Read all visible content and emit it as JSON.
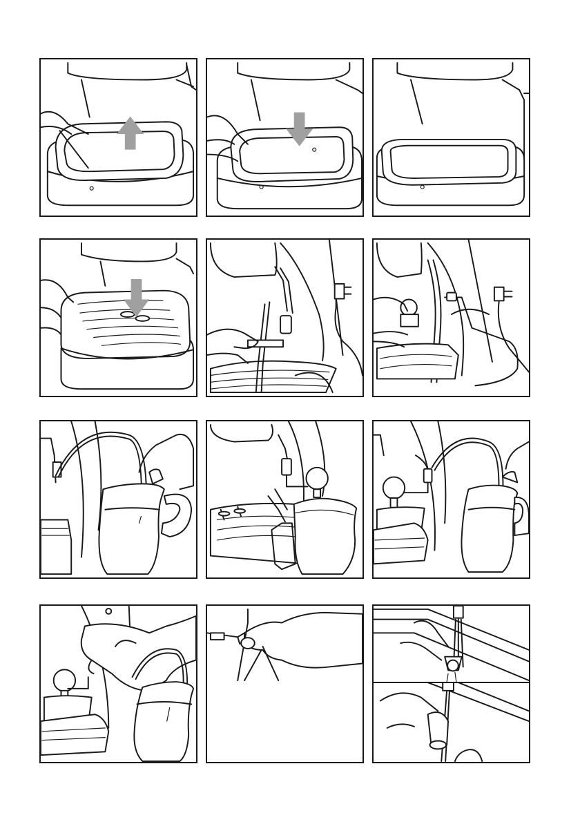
{
  "figures": [
    {
      "id": 1,
      "scene": "lift-drip-tray-ring",
      "icon": "arrow-up-icon",
      "arrow_color": "#a0a0a0"
    },
    {
      "id": 2,
      "scene": "insert-drip-tray-ring",
      "icon": "arrow-down-icon",
      "arrow_color": "#a0a0a0"
    },
    {
      "id": 3,
      "scene": "drip-tray-ring-fitted"
    },
    {
      "id": 4,
      "scene": "place-drip-grid",
      "icon": "arrow-down-icon",
      "arrow_color": "#a0a0a0"
    },
    {
      "id": 5,
      "scene": "attach-frother-to-steam-wand"
    },
    {
      "id": 6,
      "scene": "connect-milk-tube"
    },
    {
      "id": 7,
      "scene": "milk-tube-in-jug"
    },
    {
      "id": 8,
      "scene": "frother-over-milk-cup"
    },
    {
      "id": 9,
      "scene": "frother-with-milk-jug"
    },
    {
      "id": 10,
      "scene": "turn-frother-knob"
    },
    {
      "id": 11,
      "scene": "disassemble-frother-parts"
    },
    {
      "id": 12,
      "scene": "rinse-frother-under-tap"
    }
  ]
}
